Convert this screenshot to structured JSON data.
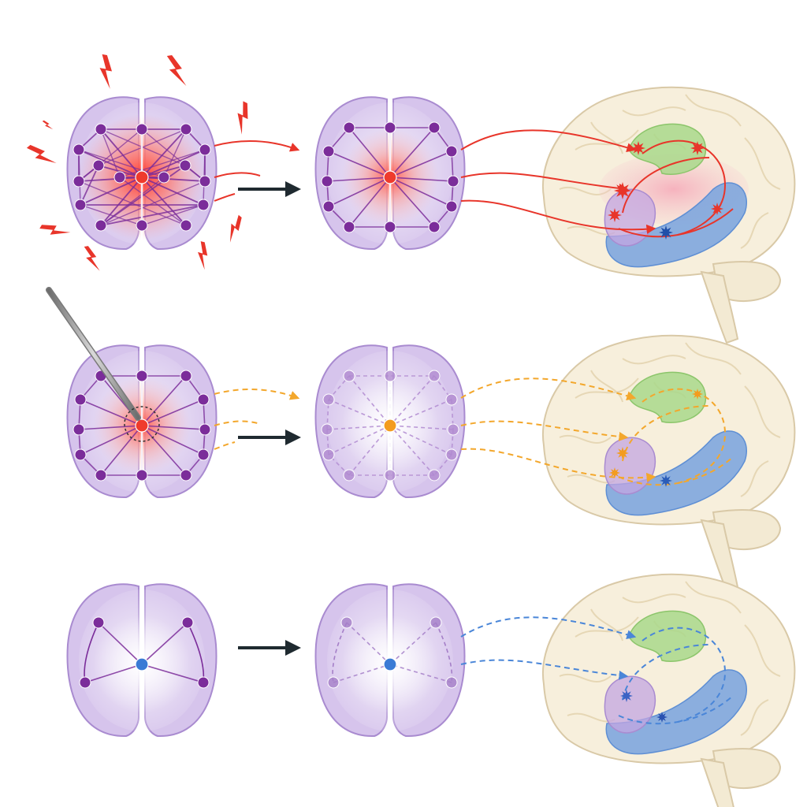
{
  "diagram": {
    "rows": [
      {
        "id": "row-hyperactive",
        "state": "hyperactive",
        "source_network": {
          "node_color": "#7b2d9a",
          "center_color": "#ef3b2c",
          "glow_color": "#ff3b30",
          "density": "dense",
          "lines": "solid"
        },
        "target_network": {
          "node_color": "#7b2d9a",
          "center_color": "#ef3b2c",
          "glow_color": "#ff4a3a",
          "density": "medium",
          "lines": "solid"
        },
        "projection_color": "#e8352a",
        "projection_style": "solid",
        "brain_burst_color": "#e8352a",
        "hippocampus_burst_color": "#1f4fa8",
        "has_lightning": true,
        "has_probe": false
      },
      {
        "id": "row-stimulated",
        "state": "modulated",
        "source_network": {
          "node_color": "#7b2d9a",
          "center_color": "#ef3b2c",
          "glow_color": "#ff5a40",
          "density": "medium",
          "lines": "solid"
        },
        "target_network": {
          "node_color": "#b08ad0",
          "center_color": "#f39c1f",
          "glow_color": "#ffffff",
          "density": "medium",
          "lines": "dashed"
        },
        "projection_color": "#f3a72c",
        "projection_style": "dashed",
        "brain_burst_color": "#f39c1f",
        "hippocampus_burst_color": "#2a5cb8",
        "has_lightning": false,
        "has_probe": true
      },
      {
        "id": "row-baseline",
        "state": "baseline",
        "source_network": {
          "node_color": "#7b2d9a",
          "center_color": "#3a7bd5",
          "glow_color": "#ffffff",
          "density": "sparse",
          "lines": "solid"
        },
        "target_network": {
          "node_color": "#a57fc8",
          "center_color": "#3a7bd5",
          "glow_color": "#ffffff",
          "density": "sparse",
          "lines": "dashed"
        },
        "projection_color": "#4a86d8",
        "projection_style": "dashed",
        "brain_burst_color": "#3c63c4",
        "hippocampus_burst_color": "#2a52b0",
        "has_lightning": false,
        "has_probe": false
      }
    ],
    "colors": {
      "hemisphere_fill": "#d6c4ec",
      "hemisphere_stroke": "#a98bd0",
      "brain_fill": "#f7efdc",
      "brain_stroke": "#d9c9a7",
      "cerebellum_fill": "#f3ead3",
      "green_region": "#a9d88b",
      "blue_region": "#7ea6de",
      "purple_region": "#c3a6e2",
      "pink_region": "#f4b6c4",
      "arrow_color": "#1f2a30",
      "lightning_color": "#e8352a",
      "probe_color": "#8c8c8c"
    },
    "icons": [
      "lightning-icon",
      "probe-electrode-icon",
      "arrow-right-icon",
      "burst-star-icon"
    ]
  }
}
